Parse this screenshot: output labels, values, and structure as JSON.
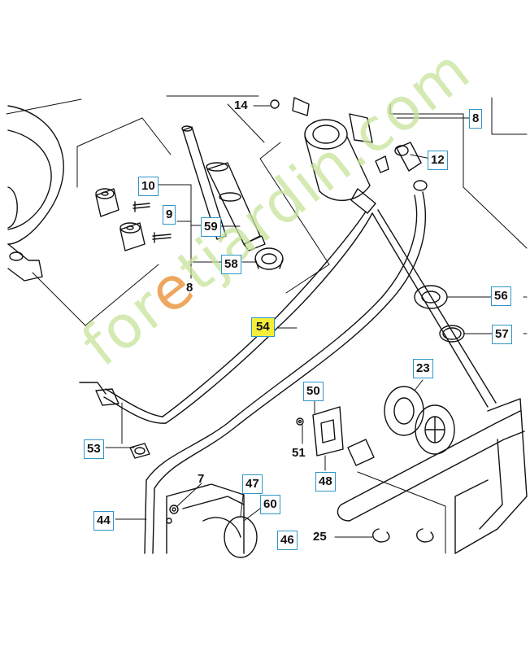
{
  "callouts": {
    "c14": "14",
    "c8a": "8",
    "c12": "12",
    "c10": "10",
    "c9": "9",
    "c59": "59",
    "c58": "58",
    "c8b": "8",
    "c56": "56",
    "c54": "54",
    "c57": "57",
    "c23": "23",
    "c50": "50",
    "c51": "51",
    "c53": "53",
    "c48": "48",
    "c7": "7",
    "c47": "47",
    "c60": "60",
    "c44": "44",
    "c46": "46",
    "c25": "25"
  },
  "watermark": {
    "pre": "for",
    "mid": "e",
    "post": "tjardin.com"
  },
  "colors": {
    "callout_border": "#2f96c8",
    "highlight": "#f3ee3a",
    "watermark_green": "#c7e39a",
    "watermark_orange": "#e88a2a"
  }
}
